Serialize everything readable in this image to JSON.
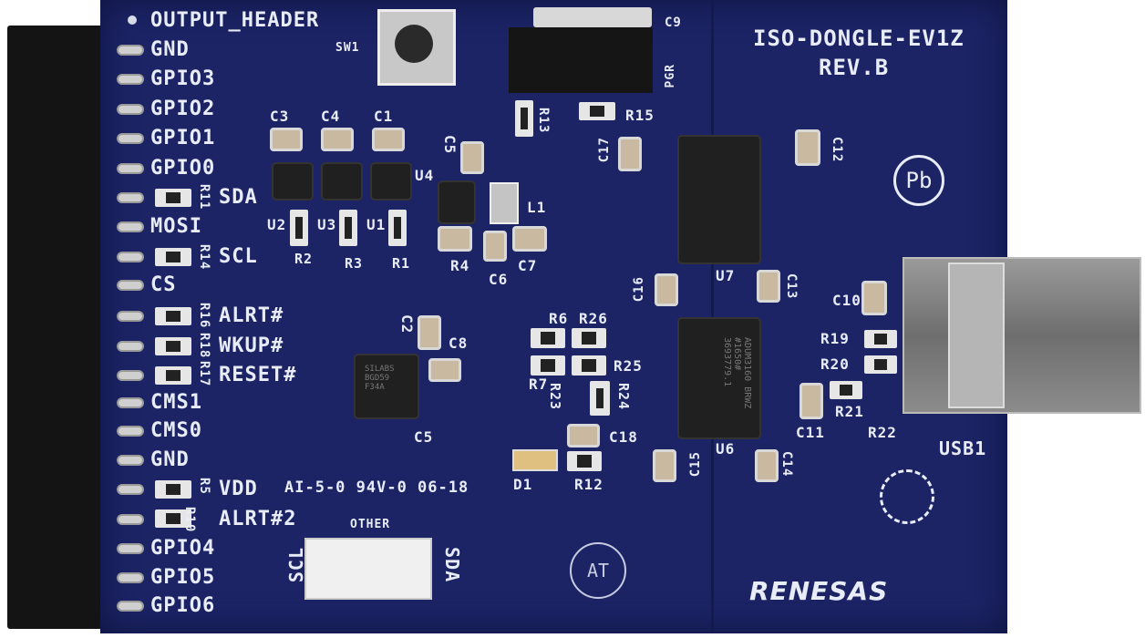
{
  "board": {
    "name": "ISO-DONGLE-EV1Z",
    "revision": "REV.B",
    "brand": "RENESAS",
    "header_label": "OUTPUT_HEADER",
    "ul_marking": "AI-5-0 94V-0 06-18",
    "stamp": "AT"
  },
  "header_pins": [
    "GND",
    "GPIO3",
    "GPIO2",
    "GPIO1",
    "GPIO0",
    "SDA",
    "MOSI",
    "SCL",
    "CS",
    "ALRT#",
    "WKUP#",
    "RESET#",
    "CMS1",
    "CMS0",
    "GND",
    "VDD",
    "ALRT#2",
    "GPIO4",
    "GPIO5",
    "GPIO6"
  ],
  "components": {
    "sw1": "SW1",
    "c3": "C3",
    "c4": "C4",
    "c1": "C1",
    "c5a": "C5",
    "u4": "U4",
    "l1": "L1",
    "u2": "U2",
    "u3": "U3",
    "u1": "U1",
    "r2": "R2",
    "r3": "R3",
    "r1": "R1",
    "r4": "R4",
    "c6": "C6",
    "c7": "C7",
    "r11": "R11",
    "r14": "R14",
    "r16": "R16",
    "r18": "R18",
    "r17": "R17",
    "c2": "C2",
    "c8": "C8",
    "c5b": "C5",
    "r6": "R6",
    "r26": "R26",
    "r25": "R25",
    "r7": "R7",
    "r23": "R23",
    "r24": "R24",
    "c18": "C18",
    "d1": "D1",
    "r12": "R12",
    "r13": "R13",
    "r15": "R15",
    "c9": "C9",
    "pgr": "PGR",
    "c17": "C17",
    "c12": "C12",
    "u7": "U7",
    "c16": "C16",
    "c13": "C13",
    "c10": "C10",
    "u6": "U6",
    "c15": "C15",
    "c14": "C14",
    "r19": "R19",
    "r20": "R20",
    "r21": "R21",
    "r22": "R22",
    "c11": "C11",
    "usb1": "USB1",
    "r10": "R10",
    "r5": "R5",
    "other": "OTHER",
    "scl": "SCL",
    "sda": "SDA"
  },
  "chips": {
    "u6_marking": "ADUM3160 BRWZ #1650# 3693779.1",
    "u5_marking": "SILABS BGD59 F34A"
  }
}
